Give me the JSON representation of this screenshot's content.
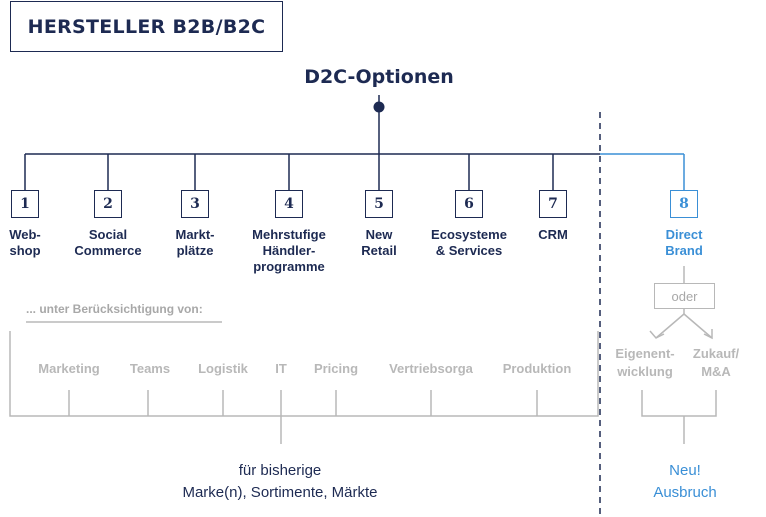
{
  "header": {
    "title": "HERSTELLER B2B/B2C"
  },
  "diagram": {
    "title": "D2C-Optionen",
    "options": [
      {
        "num": "1",
        "label": "Web-\nshop"
      },
      {
        "num": "2",
        "label": "Social\nCommerce"
      },
      {
        "num": "3",
        "label": "Markt-\nplätze"
      },
      {
        "num": "4",
        "label": "Mehrstufige\nHändler-\nprogramme"
      },
      {
        "num": "5",
        "label": "New\nRetail"
      },
      {
        "num": "6",
        "label": "Ecosysteme\n& Services"
      },
      {
        "num": "7",
        "label": "CRM"
      },
      {
        "num": "8",
        "label": "Direct\nBrand"
      }
    ],
    "considering_label": "... unter Berücksichtigung von:",
    "factors": [
      "Marketing",
      "Teams",
      "Logistik",
      "IT",
      "Pricing",
      "Vertriebsorga",
      "Produktion"
    ],
    "or_label": "oder",
    "branches": [
      "Eigenent-\nwicklung",
      "Zukauf/\nM&A"
    ],
    "bottom_left": "für bisherige\nMarke(n), Sortimente, Märkte",
    "bottom_right": "Neu!\nAusbruch"
  },
  "colors": {
    "navy": "#1d2a52",
    "blue": "#3a8fd6",
    "gray": "#b8b8b8"
  }
}
